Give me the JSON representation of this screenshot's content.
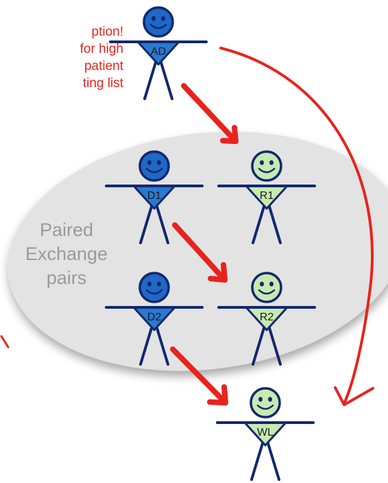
{
  "callout_text": [
    "ption!",
    "for high",
    "patient",
    "ting list"
  ],
  "region_label": [
    "Paired",
    "Exchange",
    "pairs"
  ],
  "figures": [
    {
      "id": "AD",
      "label": "AD",
      "role": "donor"
    },
    {
      "id": "D1",
      "label": "D1",
      "role": "donor"
    },
    {
      "id": "R1",
      "label": "R1",
      "role": "recipient"
    },
    {
      "id": "D2",
      "label": "D2",
      "role": "donor"
    },
    {
      "id": "R2",
      "label": "R2",
      "role": "recipient"
    },
    {
      "id": "WL",
      "label": "WL",
      "role": "recipient"
    }
  ],
  "arrows": [
    {
      "from": "AD",
      "to": "R1"
    },
    {
      "from": "D1",
      "to": "R2"
    },
    {
      "from": "D2",
      "to": "WL"
    },
    {
      "from": "AD",
      "to": "WL"
    }
  ],
  "colors": {
    "donor_head": "#1f68c6",
    "donor_body": "#2a7ad0",
    "recipient_head": "#c8eab0",
    "recipient_body": "#c8eab0",
    "outline": "#12286e",
    "arrow": "#e8231d",
    "region": "#e3e3e3",
    "region_text": "#9a9a9a"
  }
}
